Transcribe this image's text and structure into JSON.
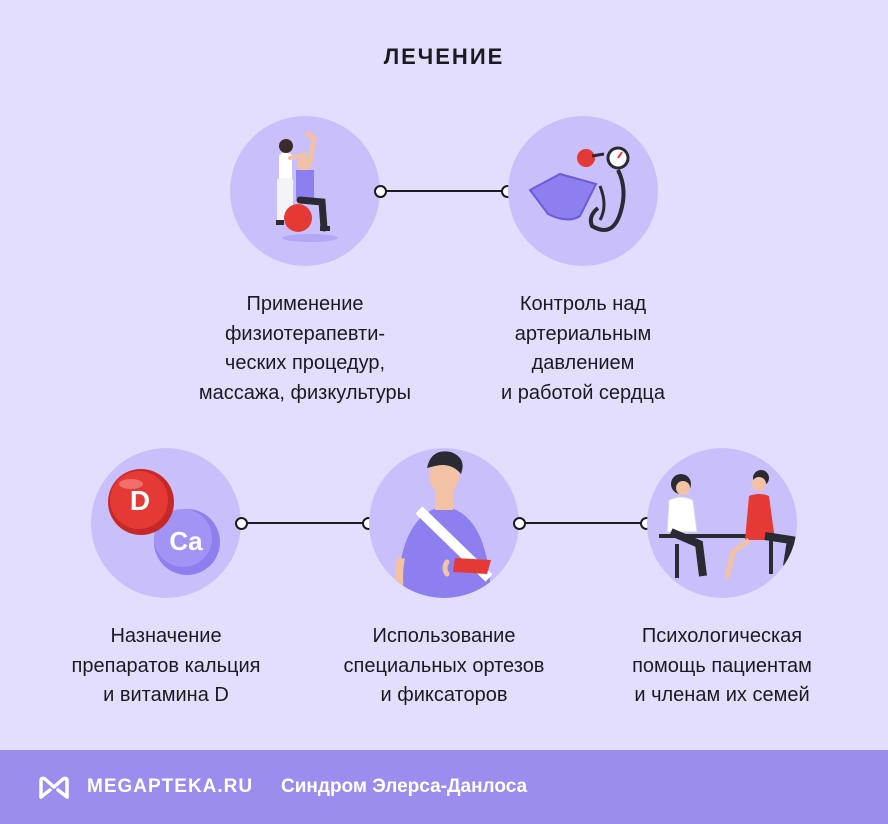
{
  "title": "ЛЕЧЕНИЕ",
  "items": [
    {
      "icon": "physiotherapy-icon",
      "lines": [
        "Применение",
        "физиотерапевти-",
        "ческих процедур,",
        "массажа, физкультуры"
      ]
    },
    {
      "icon": "blood-pressure-monitor-icon",
      "lines": [
        "Контроль над",
        "артериальным",
        "давлением",
        "и работой сердца"
      ]
    },
    {
      "icon": "vitamin-pills-icon",
      "lines": [
        "Назначение",
        "препаратов кальция",
        "и витамина D"
      ],
      "pill_labels": [
        "D",
        "Ca"
      ]
    },
    {
      "icon": "arm-sling-icon",
      "lines": [
        "Использование",
        "специальных ортезов",
        "и фиксаторов"
      ]
    },
    {
      "icon": "psychologist-session-icon",
      "lines": [
        "Психологическая",
        "помощь пациентам",
        "и членам их семей"
      ]
    }
  ],
  "footer": {
    "brand": "MEGAPTEKA.RU",
    "subject": "Синдром Элерса-Данлоса"
  },
  "colors": {
    "background": "#e3defd",
    "circle": "#c9c0fb",
    "footer": "#9b8dee",
    "accent_red": "#e53935",
    "accent_purple": "#8e7ff0"
  }
}
